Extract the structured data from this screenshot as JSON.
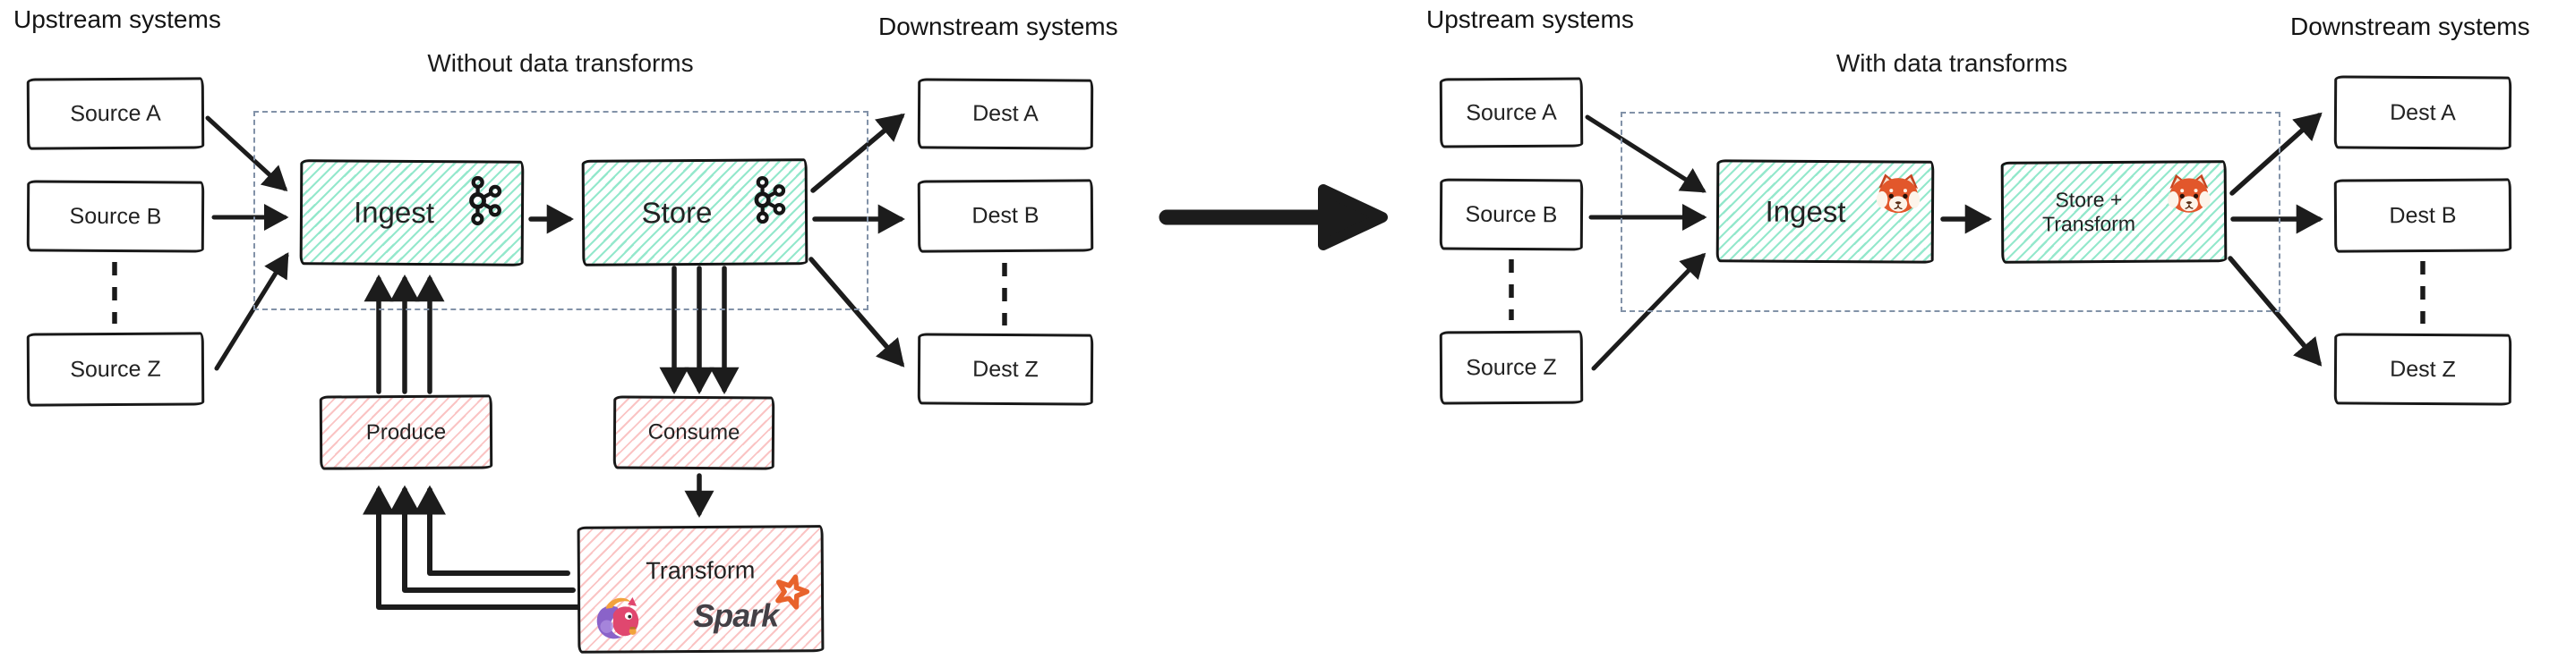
{
  "left": {
    "title": "Without data transforms",
    "upstream_label": "Upstream systems",
    "downstream_label": "Downstream systems",
    "sources": [
      "Source A",
      "Source B",
      "Source Z"
    ],
    "dests": [
      "Dest A",
      "Dest B",
      "Dest Z"
    ],
    "ingest_label": "Ingest",
    "store_label": "Store",
    "produce_label": "Produce",
    "consume_label": "Consume",
    "transform_label": "Transform",
    "spark_label": "Spark"
  },
  "right": {
    "title": "With data transforms",
    "upstream_label": "Upstream systems",
    "downstream_label": "Downstream systems",
    "sources": [
      "Source A",
      "Source B",
      "Source Z"
    ],
    "dests": [
      "Dest A",
      "Dest B",
      "Dest Z"
    ],
    "ingest_label": "Ingest",
    "store_line1": "Store +",
    "store_line2": "Transform"
  },
  "icons": {
    "left_ingest": "kafka-logo",
    "left_store": "kafka-logo",
    "left_transform": [
      "flink-squirrel-logo",
      "spark-logo"
    ],
    "right_ingest": "redpanda-logo",
    "right_store_transform": "redpanda-logo",
    "center": "big-right-arrow"
  },
  "colors": {
    "ink": "#1c1c1c",
    "teal_hatch": "#3dd6a3",
    "pink_hatch": "#f69494",
    "dashed_container": "#8292a8",
    "spark_orange": "#e8622c",
    "panda_orange": "#e2572b",
    "flink_pink": "#e0476f",
    "flink_purple": "#8a63c9",
    "flink_orange": "#f2a33c"
  }
}
